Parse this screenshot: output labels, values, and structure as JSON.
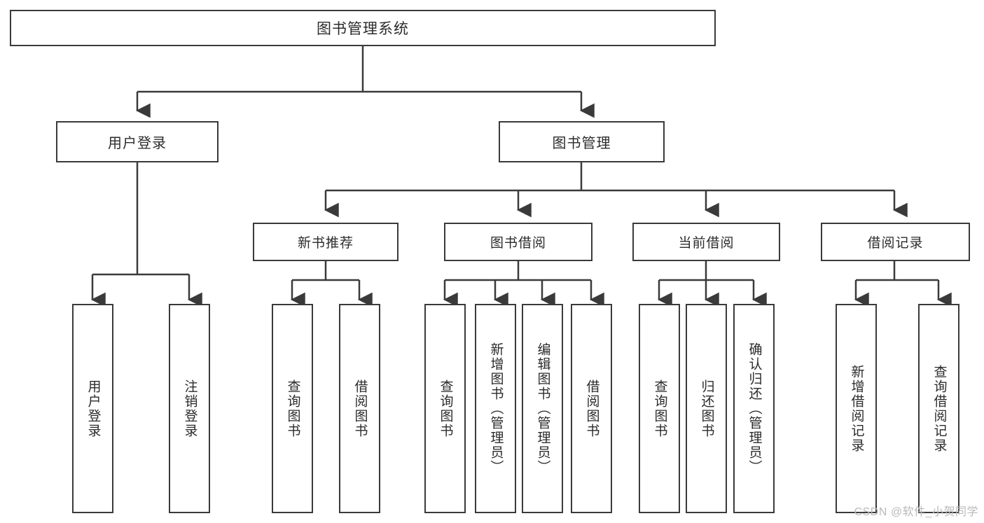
{
  "diagram": {
    "title": "图书管理系统",
    "type": "tree-hierarchy",
    "watermark": "CSDN @软件_小贺同学",
    "line_color": "#3a3a3a",
    "text_color": "#2b2b2b",
    "background": "#ffffff"
  },
  "nodes": {
    "root": {
      "label": "图书管理系统"
    },
    "level1": [
      {
        "label": "用户登录"
      },
      {
        "label": "图书管理"
      }
    ],
    "level2": [
      {
        "label": "新书推荐"
      },
      {
        "label": "图书借阅"
      },
      {
        "label": "当前借阅"
      },
      {
        "label": "借阅记录"
      }
    ],
    "leaves": {
      "user_login": [
        {
          "label": "用户登录"
        },
        {
          "label": "注销登录"
        }
      ],
      "new_book_recommend": [
        {
          "label": "查询图书"
        },
        {
          "label": "借阅图书"
        }
      ],
      "book_borrow": [
        {
          "label": "查询图书"
        },
        {
          "label": "新增图书（管理员）"
        },
        {
          "label": "编辑图书（管理员）"
        },
        {
          "label": "借阅图书"
        }
      ],
      "current_borrow": [
        {
          "label": "查询图书"
        },
        {
          "label": "归还图书"
        },
        {
          "label": "确认归还（管理员）"
        }
      ],
      "borrow_record": [
        {
          "label": "新增借阅记录"
        },
        {
          "label": "查询借阅记录"
        }
      ]
    }
  }
}
